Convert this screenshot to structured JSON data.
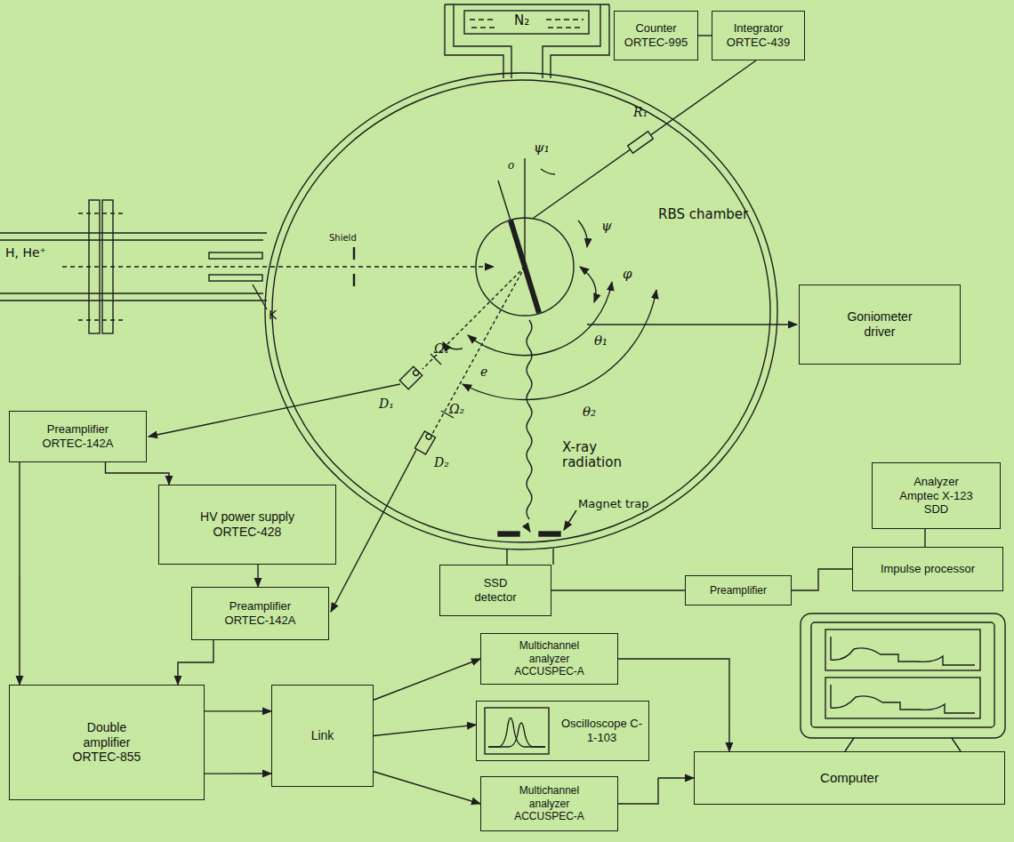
{
  "diagram": {
    "nodes": [
      {
        "text": [
          "Counter ORTEC-995"
        ]
      },
      {
        "text": [
          "Integrator ORTEC-439"
        ]
      },
      {
        "text": [
          "Goniometer driver"
        ]
      },
      {
        "text": [
          "Preamplifier ORTEC-142A"
        ]
      },
      {
        "text": [
          "HV power supply ORTEC-428"
        ]
      },
      {
        "text": [
          "Preamplifier ORTEC-142A"
        ]
      },
      {
        "text": [
          "SSD detector"
        ]
      },
      {
        "text": [
          "Preamplifier"
        ]
      },
      {
        "text": [
          "Impulse processor"
        ]
      },
      {
        "text": [
          "Analyzer Amptec X-123 SDD"
        ]
      },
      {
        "text": [
          "Multichannel analyzer ACCUSPEC-A"
        ]
      },
      {
        "text": [
          "Double amplifier ORTEC-855"
        ]
      },
      {
        "text": [
          "Link"
        ]
      },
      {
        "text": [
          "Oscilloscope C-1-103"
        ]
      },
      {
        "text": [
          "Multichannel analyzer ACCUSPEC-A"
        ]
      },
      {
        "text": [
          "Computer"
        ]
      }
    ],
    "edges": [
      {
        "from": 0,
        "to": 1,
        "arrow": "none"
      },
      {
        "from": 3,
        "to": 4,
        "arrow": "to"
      },
      {
        "from": 4,
        "to": 5,
        "arrow": "to"
      },
      {
        "from": 3,
        "to": 11,
        "arrow": "to"
      },
      {
        "from": 5,
        "to": 11,
        "arrow": "to"
      },
      {
        "from": 11,
        "to": 12,
        "arrow": "to"
      },
      {
        "from": 11,
        "to": 12,
        "arrow": "to"
      },
      {
        "from": 12,
        "to": 10,
        "arrow": "to"
      },
      {
        "from": 12,
        "to": 13,
        "arrow": "to"
      },
      {
        "from": 12,
        "to": 14,
        "arrow": "to"
      },
      {
        "from": 10,
        "to": 15,
        "arrow": "to"
      },
      {
        "from": 14,
        "to": 15,
        "arrow": "to"
      },
      {
        "from": 6,
        "to": 7,
        "arrow": "none"
      },
      {
        "from": 7,
        "to": 8,
        "arrow": "none"
      },
      {
        "from": 8,
        "to": 9,
        "arrow": "none"
      }
    ],
    "labels": [
      "N₂",
      "RBS chamber",
      "H, He⁺",
      "Shield",
      "K",
      "ψ₁",
      "o",
      "ψ",
      "φ",
      "R₁",
      "θ₁",
      "θ₂",
      "e",
      "Ω₁",
      "Ω₂",
      "D₁",
      "D₂",
      "X-ray radiation",
      "Magnet trap"
    ]
  }
}
